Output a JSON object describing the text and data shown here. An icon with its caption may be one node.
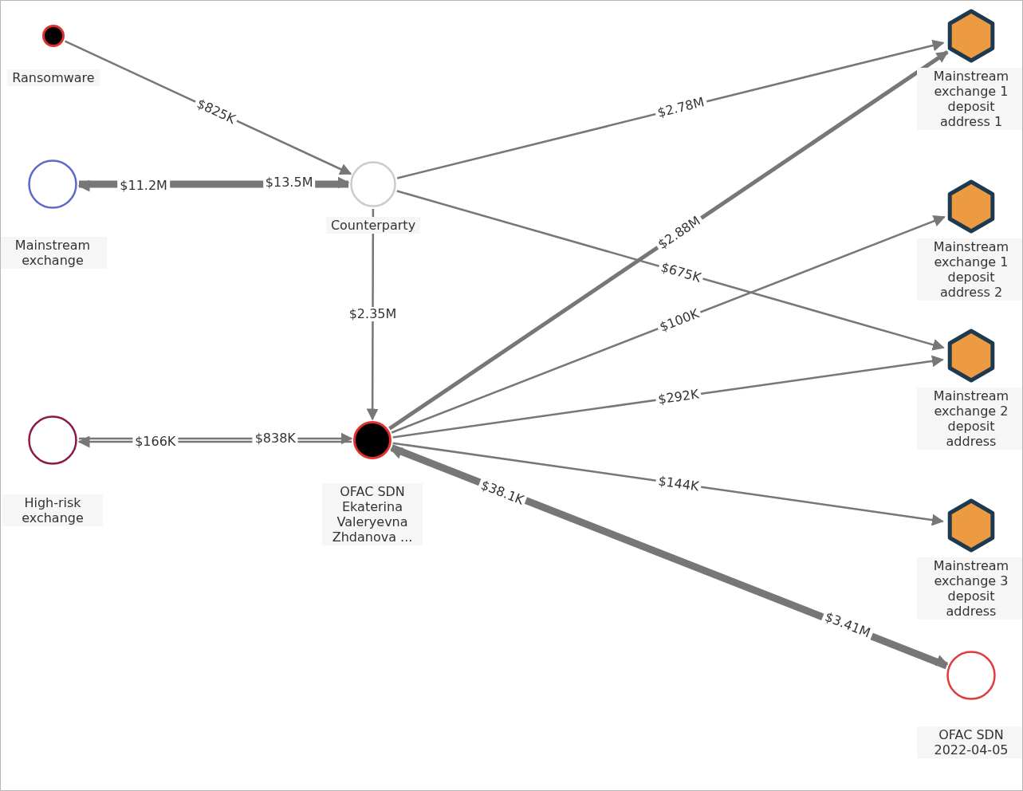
{
  "diagram": {
    "nodes": [
      {
        "text": [
          "Ransomware"
        ]
      },
      {
        "text": [
          "Mainstream exchange"
        ]
      },
      {
        "text": [
          "Counterparty"
        ]
      },
      {
        "text": [
          "High-risk exchange"
        ]
      },
      {
        "text": [
          "OFAC SDN Ekaterina Valeryevna Zhdanova ..."
        ]
      },
      {
        "text": [
          "Mainstream exchange 1 deposit address 1"
        ]
      },
      {
        "text": [
          "Mainstream exchange 1 deposit address 2"
        ]
      },
      {
        "text": [
          "Mainstream exchange 2 deposit address"
        ]
      },
      {
        "text": [
          "Mainstream exchange 3 deposit address"
        ]
      },
      {
        "text": [
          "OFAC SDN 2022-04-05"
        ]
      }
    ],
    "edges": [
      {
        "from": 0,
        "to": 2,
        "arrow": "to",
        "label": "$825K"
      },
      {
        "from": 2,
        "to": 1,
        "arrow": "to",
        "label": "$11.2M",
        "style": "thick"
      },
      {
        "from": 1,
        "to": 2,
        "arrow": "to",
        "label": "$13.5M",
        "style": "thick"
      },
      {
        "from": 2,
        "to": 5,
        "arrow": "to",
        "label": "$2.78M"
      },
      {
        "from": 2,
        "to": 7,
        "arrow": "to",
        "label": "$675K"
      },
      {
        "from": 2,
        "to": 4,
        "arrow": "to",
        "label": "$2.35M"
      },
      {
        "from": 4,
        "to": 3,
        "arrow": "to",
        "label": "$166K"
      },
      {
        "from": 3,
        "to": 4,
        "arrow": "to",
        "label": "$838K"
      },
      {
        "from": 4,
        "to": 5,
        "arrow": "to",
        "label": "$2.88M",
        "style": "thick"
      },
      {
        "from": 4,
        "to": 6,
        "arrow": "to",
        "label": "$100K"
      },
      {
        "from": 4,
        "to": 7,
        "arrow": "to",
        "label": "$292K"
      },
      {
        "from": 4,
        "to": 8,
        "arrow": "to",
        "label": "$144K"
      },
      {
        "from": 9,
        "to": 4,
        "arrow": "to",
        "label": "$38.1K",
        "style": "thick"
      },
      {
        "from": 4,
        "to": 9,
        "arrow": "to",
        "label": "$3.41M",
        "style": "thick"
      }
    ]
  }
}
